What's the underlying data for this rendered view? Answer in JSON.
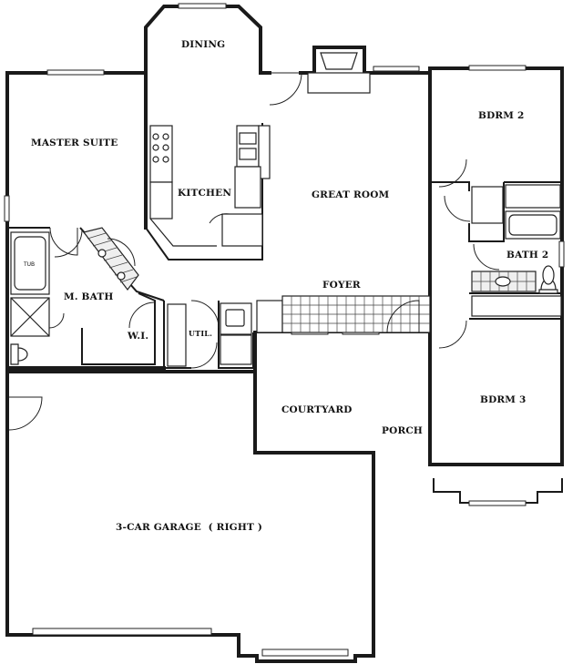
{
  "plan": {
    "rooms": {
      "dining": "DINING",
      "master_suite": "MASTER SUITE",
      "kitchen": "KITCHEN",
      "great_room": "GREAT ROOM",
      "bdrm2": "BDRM 2",
      "bath2": "BATH 2",
      "m_bath": "M. BATH",
      "foyer": "FOYER",
      "wi": "W.I.",
      "util": "UTIL.",
      "courtyard": "COURTYARD",
      "porch": "PORCH",
      "bdrm3": "BDRM 3",
      "garage": "3-CAR GARAGE  ( RIGHT )"
    },
    "fixtures": {
      "tub_label": "TUB"
    }
  }
}
